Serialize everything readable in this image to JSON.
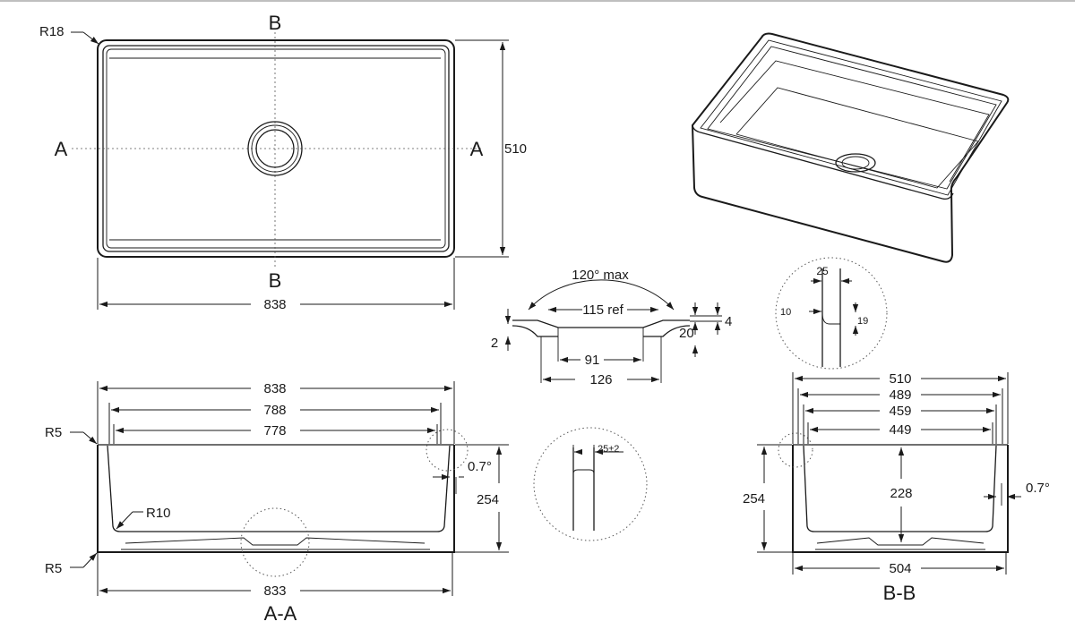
{
  "views": {
    "plan": {
      "corner_radius": "R18",
      "section_a_left": "A",
      "section_a_right": "A",
      "section_b_top": "B",
      "section_b_bottom": "B",
      "width": "838",
      "depth": "510"
    },
    "section_aa": {
      "caption": "A-A",
      "overall_width": "838",
      "inner_width": "788",
      "bottom_width_inner": "778",
      "base_width": "833",
      "height": "254",
      "draft_angle": "0.7°",
      "top_radius": "R5",
      "inner_radius": "R10",
      "bottom_radius": "R5"
    },
    "section_bb": {
      "caption": "B-B",
      "overall_depth": "510",
      "inner_depth_1": "489",
      "inner_depth_2": "459",
      "inner_depth_3": "449",
      "base_depth": "504",
      "height": "254",
      "inner_height": "228",
      "draft_angle": "0.7°"
    },
    "drain_detail": {
      "angle": "120° max",
      "ref_dia": "115 ref",
      "hole_dia": "91",
      "outer_dia": "126",
      "left_step": "2",
      "top_step": "4",
      "right_depth": "20"
    },
    "rim_detail": {
      "wall": "25",
      "lip": "10",
      "drop": "19"
    },
    "wall_detail": {
      "thickness": "25±2"
    }
  }
}
